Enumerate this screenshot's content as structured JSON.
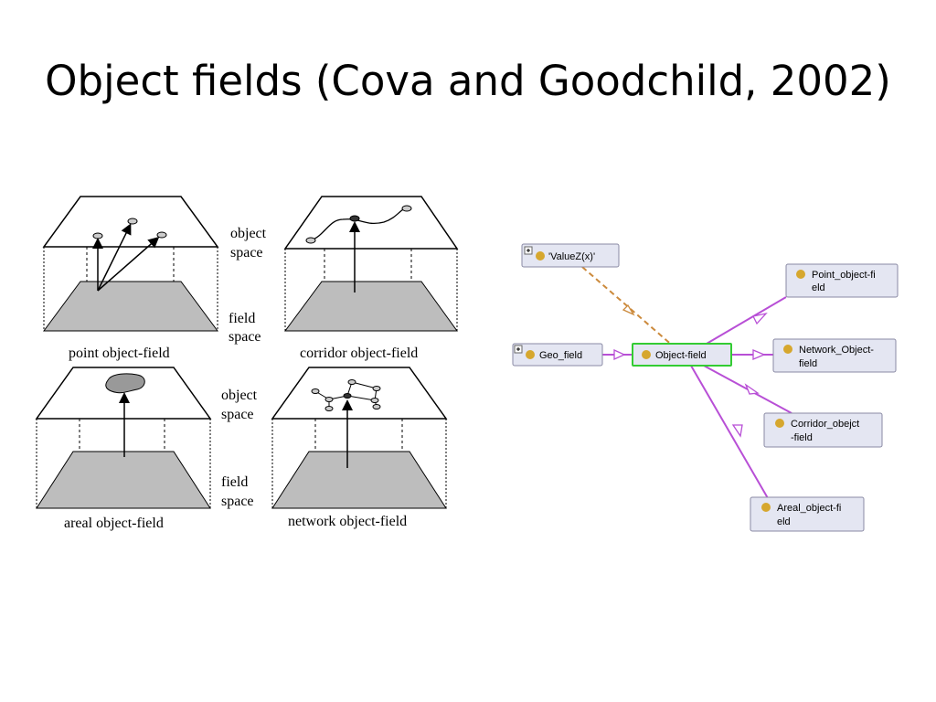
{
  "slide": {
    "title": "Object fields (Cova and Goodchild, 2002)"
  },
  "figure": {
    "labels": {
      "object_space_top_1": "object",
      "object_space_top_2": "space",
      "field_space_top_1": "field",
      "field_space_top_2": "space",
      "object_space_bottom_1": "object",
      "object_space_bottom_2": "space",
      "field_space_bottom_1": "field",
      "field_space_bottom_2": "space"
    },
    "captions": {
      "point": "point object-field",
      "corridor": "corridor object-field",
      "areal": "areal object-field",
      "network": "network object-field"
    }
  },
  "graph": {
    "nodes": {
      "valuez": "'ValueZ(x)'",
      "geo": "Geo_field",
      "object": "Object-field",
      "point_1": "Point_object-fi",
      "point_2": "eld",
      "network_1": "Network_Object-",
      "network_2": "field",
      "corridor_1": "Corridor_obejct",
      "corridor_2": "-field",
      "areal_1": "Areal_object-fi",
      "areal_2": "eld"
    },
    "colors": {
      "node_bg": "#e4e6f2",
      "node_border": "#8a8aa4",
      "dot": "#d6a72e",
      "highlight_border": "#33cc33",
      "edge_purple": "#b84fd6",
      "edge_orange": "#cc8a3c"
    }
  }
}
